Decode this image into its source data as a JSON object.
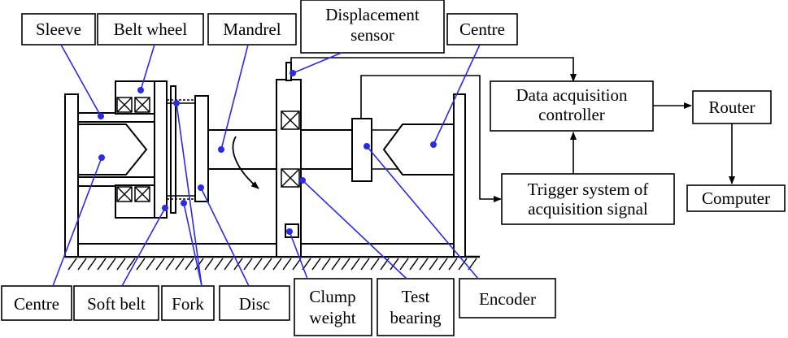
{
  "labels": {
    "sleeve": "Sleeve",
    "belt_wheel": "Belt wheel",
    "mandrel": "Mandrel",
    "displacement_sensor": [
      "Displacement",
      "sensor"
    ],
    "centre_top": "Centre",
    "data_acquisition_controller": [
      "Data acquisition",
      "controller"
    ],
    "router": "Router",
    "computer": "Computer",
    "trigger_system": [
      "Trigger system of",
      "acquisition signal"
    ],
    "centre_bottom": "Centre",
    "soft_belt": "Soft belt",
    "fork": "Fork",
    "disc": "Disc",
    "clump_weight": [
      "Clump",
      "weight"
    ],
    "test_bearing": [
      "Test",
      "bearing"
    ],
    "encoder": "Encoder"
  },
  "colors": {
    "leader": "#2a2ae8",
    "line": "#000000",
    "background": "#ffffff"
  }
}
